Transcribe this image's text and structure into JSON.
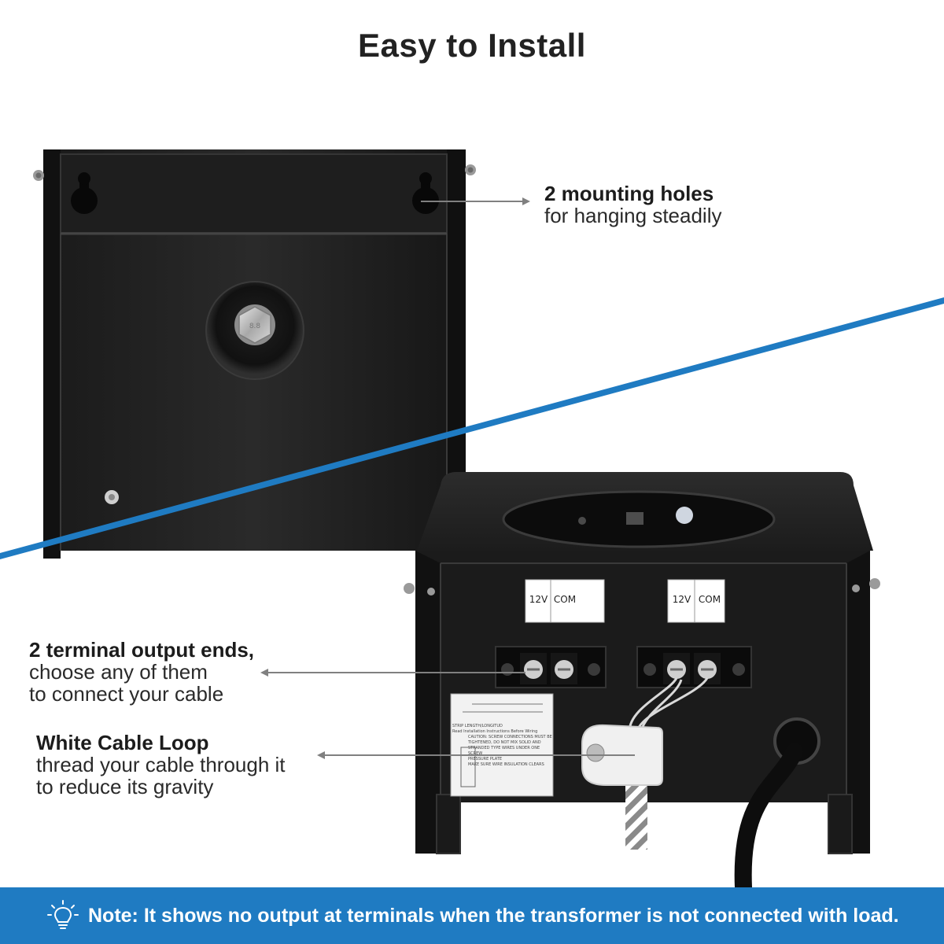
{
  "header": {
    "title": "Easy to Install"
  },
  "callouts": {
    "mounting": {
      "title": "2 mounting holes",
      "line1": "for hanging steadily"
    },
    "terminals": {
      "title": "2 terminal output ends,",
      "line1": "choose any of them",
      "line2": "to connect your cable"
    },
    "loop": {
      "title": "White Cable Loop",
      "line1": "thread your cable through it",
      "line2": "to reduce its gravity"
    }
  },
  "terminal_labels": {
    "left_v": "12V",
    "left_com": "COM",
    "right_v": "12V",
    "right_com": "COM"
  },
  "sticker": {
    "line1": "STRIP LENGTH/LONGITUD",
    "line2": "Read Installation Instructions Before Wiring",
    "line3": "CAUTION: SCREW CONNECTIONS MUST BE",
    "line4": "TIGHTENED, DO NOT MIX SOLID AND",
    "line5": "STRANDED TYPE WIRES UNDER ONE SCREW",
    "line6": "PRESSURE PLATE",
    "line7": "MAKE SURE WIRE INSULATION CLEARS"
  },
  "note": {
    "text": "Note: It shows no output at terminals when the transformer is not connected with load.",
    "icon": "lightbulb-icon"
  },
  "colors": {
    "accent": "#1f7bc2",
    "body": "#1b1b1b",
    "text": "#222222"
  }
}
